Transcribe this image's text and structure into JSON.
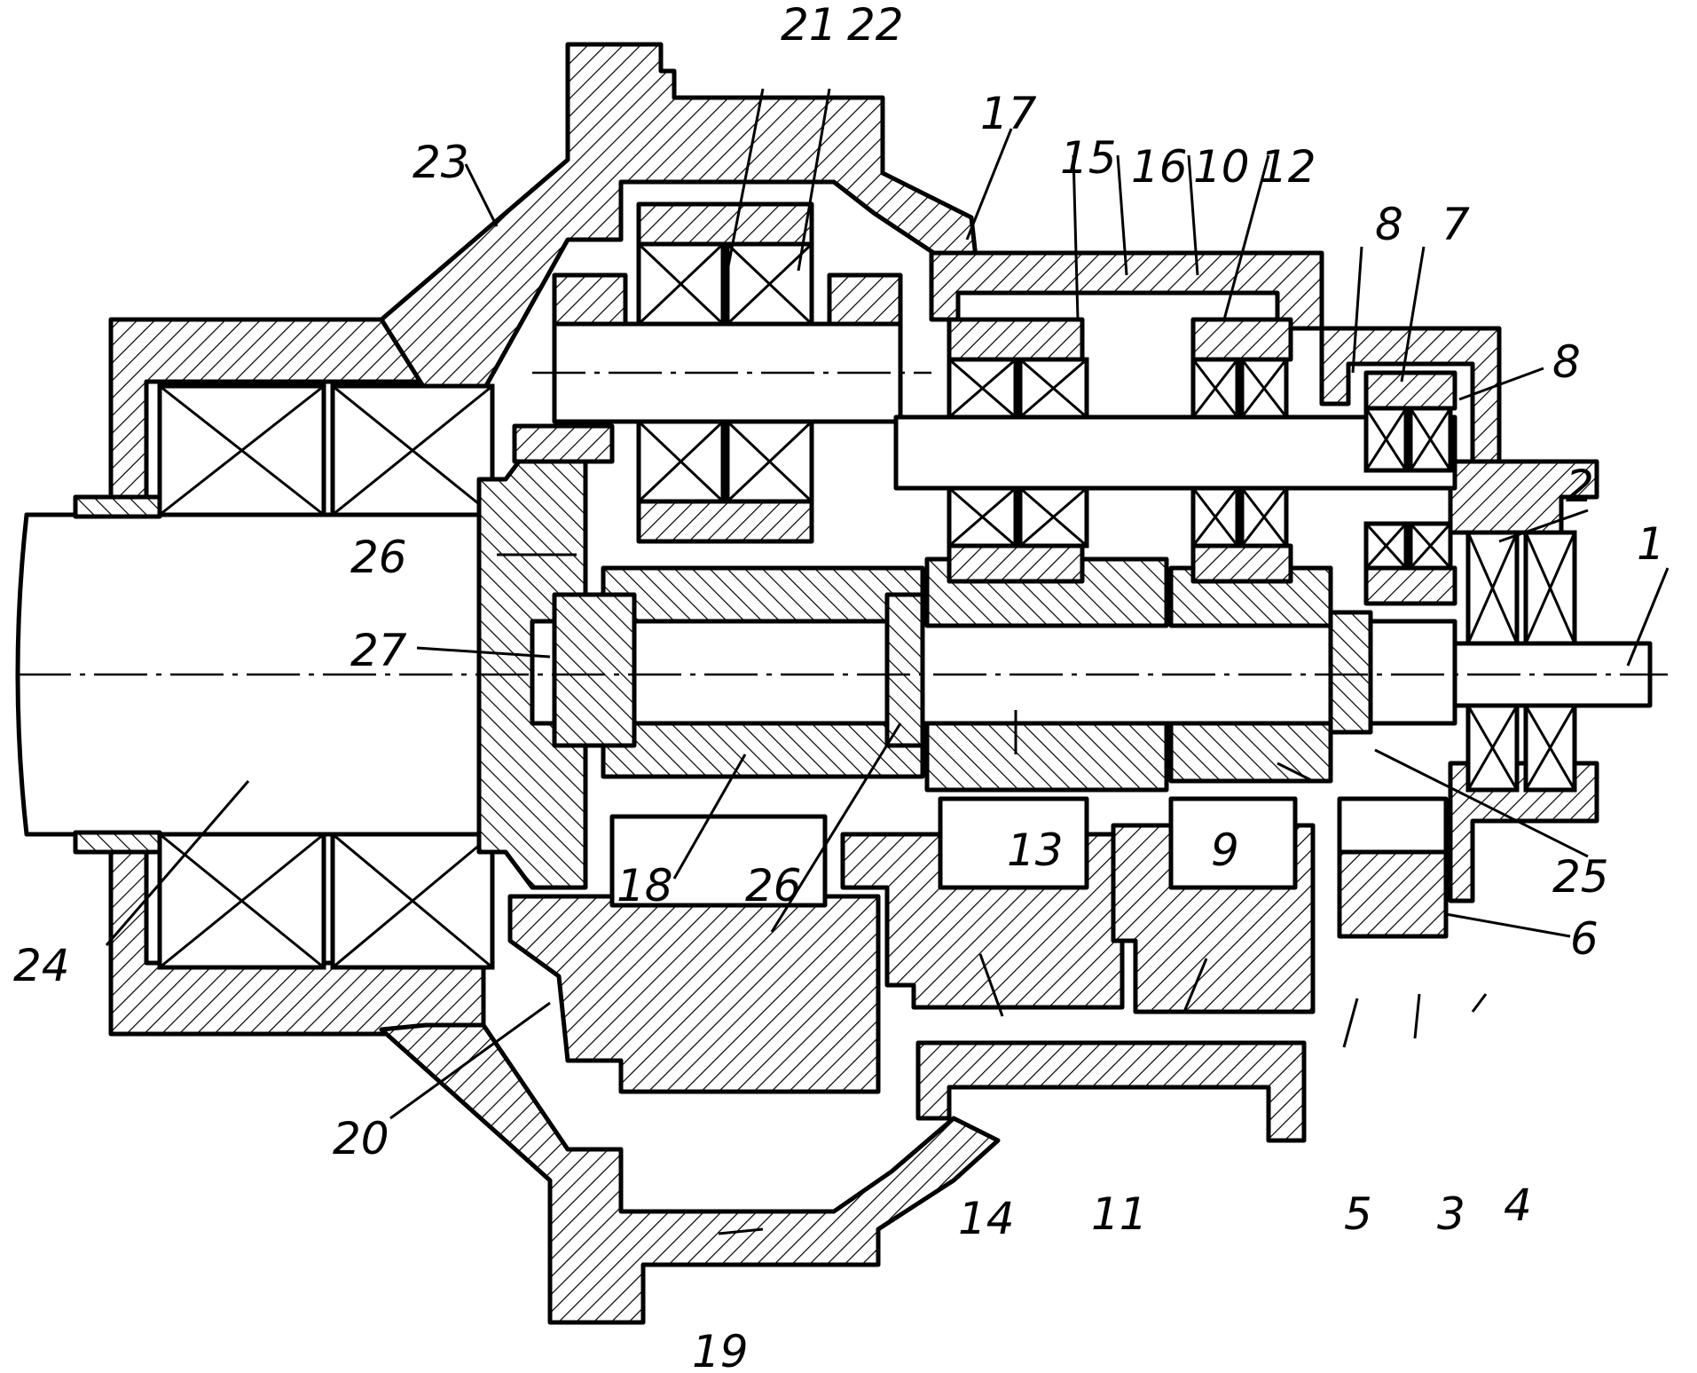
{
  "callouts": [
    {
      "id": "c1",
      "text": "1"
    },
    {
      "id": "c2",
      "text": "2"
    },
    {
      "id": "c3",
      "text": "3"
    },
    {
      "id": "c4",
      "text": "4"
    },
    {
      "id": "c5",
      "text": "5"
    },
    {
      "id": "c6",
      "text": "6"
    },
    {
      "id": "c7",
      "text": "7"
    },
    {
      "id": "c8a",
      "text": "8"
    },
    {
      "id": "c8b",
      "text": "8"
    },
    {
      "id": "c9",
      "text": "9"
    },
    {
      "id": "c10",
      "text": "10"
    },
    {
      "id": "c11",
      "text": "11"
    },
    {
      "id": "c12",
      "text": "12"
    },
    {
      "id": "c13",
      "text": "13"
    },
    {
      "id": "c14",
      "text": "14"
    },
    {
      "id": "c15",
      "text": "15"
    },
    {
      "id": "c16",
      "text": "16"
    },
    {
      "id": "c17",
      "text": "17"
    },
    {
      "id": "c18",
      "text": "18"
    },
    {
      "id": "c19",
      "text": "19"
    },
    {
      "id": "c20",
      "text": "20"
    },
    {
      "id": "c21",
      "text": "21"
    },
    {
      "id": "c22",
      "text": "22"
    },
    {
      "id": "c23",
      "text": "23"
    },
    {
      "id": "c24",
      "text": "24"
    },
    {
      "id": "c25",
      "text": "25"
    },
    {
      "id": "c26a",
      "text": "26"
    },
    {
      "id": "c26b",
      "text": "26"
    },
    {
      "id": "c27",
      "text": "27"
    }
  ]
}
